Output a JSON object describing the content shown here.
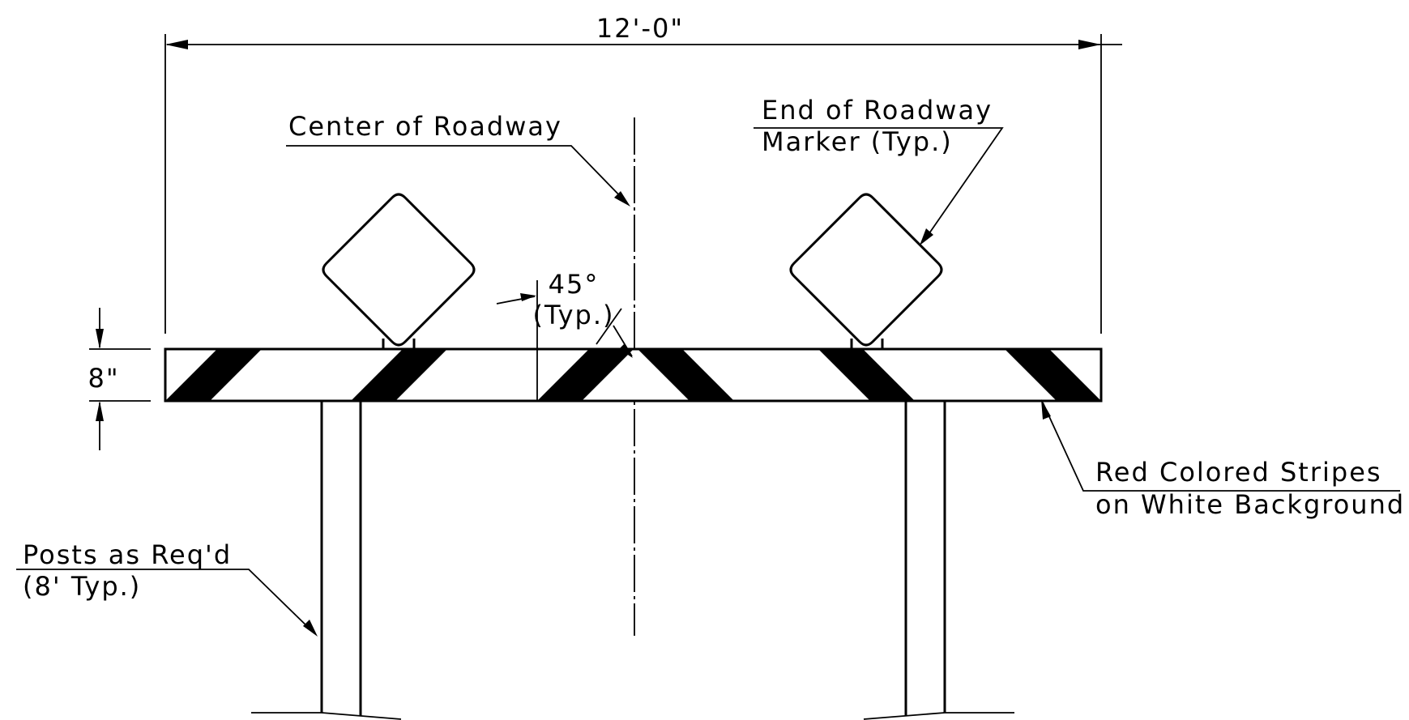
{
  "labels": {
    "overall_width": "12'-0\"",
    "center_of_roadway": "Center of Roadway",
    "end_marker_line1": "End of Roadway",
    "end_marker_line2": "Marker (Typ.)",
    "angle_line1": "45°",
    "angle_line2": "(Typ.)",
    "rail_height": "8\"",
    "stripes_line1": "Red Colored Stripes",
    "stripes_line2": "on White Background",
    "posts_line1": "Posts as Req'd",
    "posts_line2": "(8' Typ.)"
  },
  "colors": {
    "line": "#000000",
    "background": "#ffffff"
  }
}
